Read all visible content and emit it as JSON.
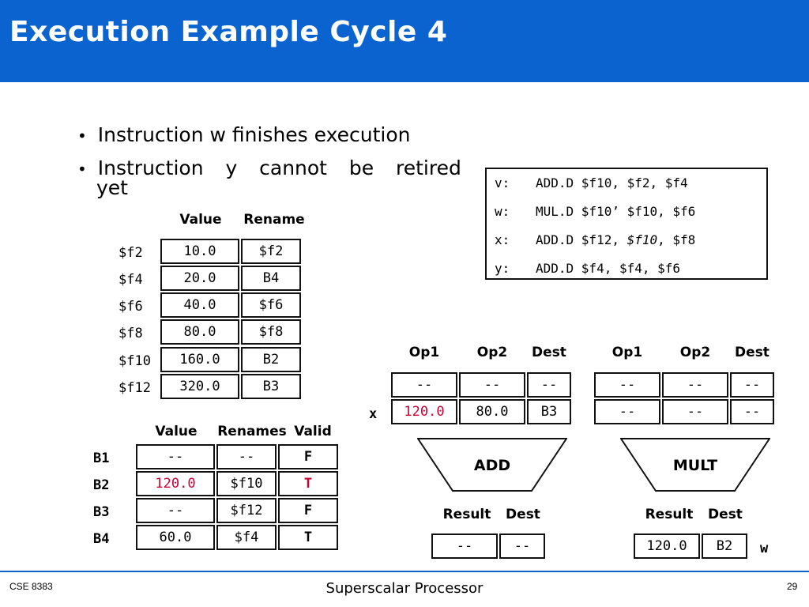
{
  "title": "Execution Example Cycle 4",
  "bullets": [
    "Instruction w finishes execution",
    "Instruction y cannot be retired yet"
  ],
  "bullet_line2": "yet",
  "bullet2_main": "Instruction  y  cannot  be  retired",
  "instructions": [
    {
      "label": "v:",
      "code_pre": "ADD.D $f10, $f2, $f4",
      "code_italic": "",
      "code_post": ""
    },
    {
      "label": "w:",
      "code_pre": "MUL.D $f10’ $f10, $f6",
      "code_italic": "",
      "code_post": ""
    },
    {
      "label": "x:",
      "code_pre": "ADD.D $f12, ",
      "code_italic": "$f10",
      "code_post": ", $f8"
    },
    {
      "label": "y:",
      "code_pre": "ADD.D $f4, $f4, $f6",
      "code_italic": "",
      "code_post": ""
    }
  ],
  "regfile": {
    "headers": {
      "value": "Value",
      "rename": "Rename"
    },
    "rows": [
      {
        "reg": "$f2",
        "value": "10.0",
        "rename": "$f2"
      },
      {
        "reg": "$f4",
        "value": "20.0",
        "rename": "B4"
      },
      {
        "reg": "$f6",
        "value": "40.0",
        "rename": "$f6"
      },
      {
        "reg": "$f8",
        "value": "80.0",
        "rename": "$f8"
      },
      {
        "reg": "$f10",
        "value": "160.0",
        "rename": "B2"
      },
      {
        "reg": "$f12",
        "value": "320.0",
        "rename": "B3"
      }
    ]
  },
  "rob": {
    "headers": {
      "value": "Value",
      "renames": "Renames",
      "valid": "Valid"
    },
    "rows": [
      {
        "id": "B1",
        "value": "--",
        "rename": "--",
        "valid": "F"
      },
      {
        "id": "B2",
        "value": "120.0",
        "rename": "$f10",
        "valid": "T"
      },
      {
        "id": "B3",
        "value": "--",
        "rename": "$f12",
        "valid": "F"
      },
      {
        "id": "B4",
        "value": "60.0",
        "rename": "$f4",
        "valid": "T"
      }
    ]
  },
  "add_unit": {
    "headers": {
      "op1": "Op1",
      "op2": "Op2",
      "dest": "Dest"
    },
    "rows": [
      {
        "tag": "",
        "op1": "--",
        "op2": "--",
        "dest": "--"
      },
      {
        "tag": "x",
        "op1": "120.0",
        "op2": "80.0",
        "dest": "B3"
      }
    ],
    "name": "ADD",
    "result_headers": {
      "result": "Result",
      "dest": "Dest"
    },
    "result": {
      "value": "--",
      "dest": "--",
      "tag": ""
    }
  },
  "mult_unit": {
    "headers": {
      "op1": "Op1",
      "op2": "Op2",
      "dest": "Dest"
    },
    "rows": [
      {
        "op1": "--",
        "op2": "--",
        "dest": "--"
      },
      {
        "op1": "--",
        "op2": "--",
        "dest": "--"
      }
    ],
    "name": "MULT",
    "result_headers": {
      "result": "Result",
      "dest": "Dest"
    },
    "result": {
      "value": "120.0",
      "dest": "B2",
      "tag": "w"
    }
  },
  "footer": {
    "left": "CSE 8383",
    "center": "Superscalar Processor",
    "right": "29"
  },
  "colors": {
    "title_bar": "#0a63cf",
    "highlight": "#cc0033"
  }
}
